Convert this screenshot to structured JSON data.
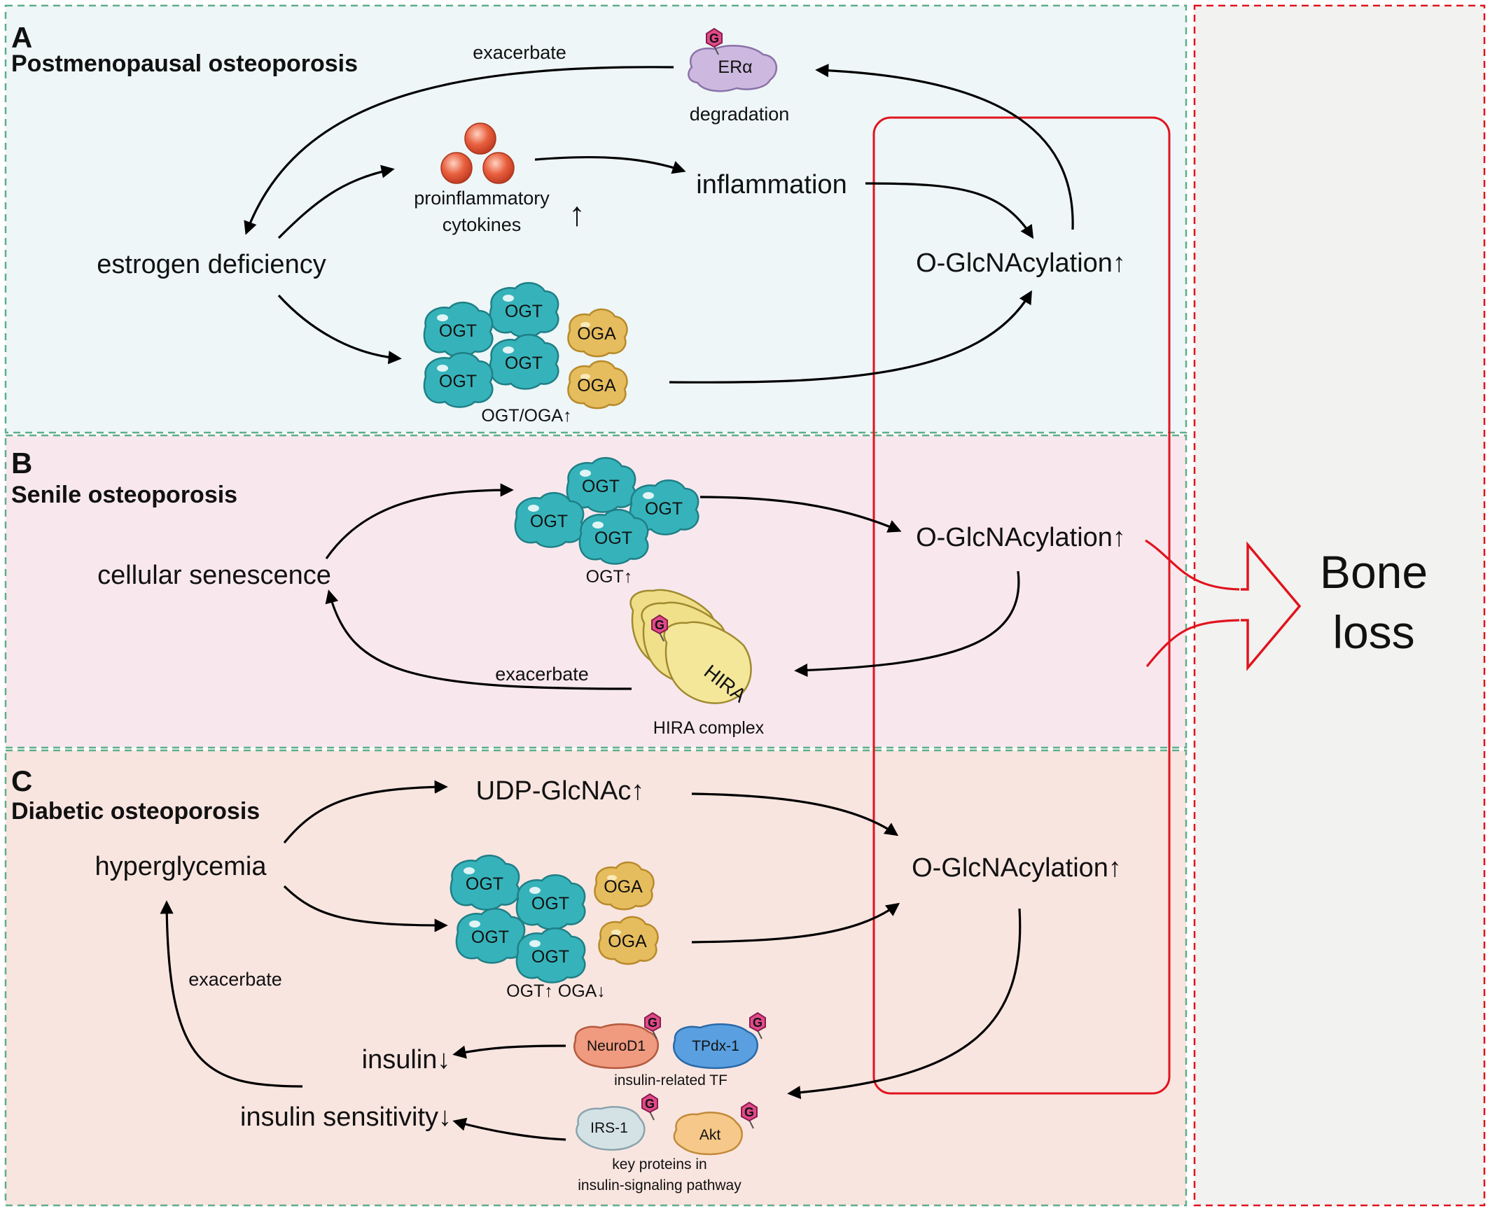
{
  "panels": {
    "a": {
      "letter": "A",
      "title": "Postmenopausal osteoporosis",
      "estrogen_deficiency": "estrogen deficiency",
      "cytokines_line1": "proinflammatory",
      "cytokines_line2": "cytokines",
      "up_arrow": "↑",
      "inflammation": "inflammation",
      "exacerbate": "exacerbate",
      "era": "ERα",
      "degradation": "degradation",
      "ogcn": "O-GlcNAcylation↑",
      "ogt_oga_caption": "OGT/OGA↑"
    },
    "b": {
      "letter": "B",
      "title": "Senile osteoporosis",
      "cellular_senescence": "cellular senescence",
      "ogt_caption": "OGT↑",
      "ogcn": "O-GlcNAcylation↑",
      "exacerbate": "exacerbate",
      "hira": "HIRA",
      "hira_caption": "HIRA complex"
    },
    "c": {
      "letter": "C",
      "title": "Diabetic osteoporosis",
      "hyperglycemia": "hyperglycemia",
      "udp": "UDP-GlcNAc↑",
      "ogcn": "O-GlcNAcylation↑",
      "ogt_oga_caption": "OGT↑ OGA↓",
      "exacerbate": "exacerbate",
      "insulin": "insulin↓",
      "insulin_sensitivity": "insulin sensitivity↓",
      "neurod1": "NeuroD1",
      "tpdx1": "TPdx-1",
      "tf_caption": "insulin-related TF",
      "irs1": "IRS-1",
      "akt": "Akt",
      "key_line1": "key proteins in",
      "key_line2": "insulin-signaling pathway"
    }
  },
  "proteins": {
    "ogt": "OGT",
    "oga": "OGA",
    "g": "G"
  },
  "outcome": {
    "line1": "Bone",
    "line2": "loss"
  },
  "colors": {
    "panel_a_bg": "#eef6f7",
    "panel_b_bg": "#f8e8ee",
    "panel_c_bg": "#f9e5e0",
    "right_bg": "#f2f2f0",
    "panel_border": "#5fae8a",
    "red": "#e0141e",
    "ogt": "#3bb8bf",
    "oga": "#e6bd5e",
    "hira": "#f0e08a",
    "era": "#cdb9e0",
    "cytokine": "#e6553a",
    "g_badge": "#e04a8a"
  }
}
